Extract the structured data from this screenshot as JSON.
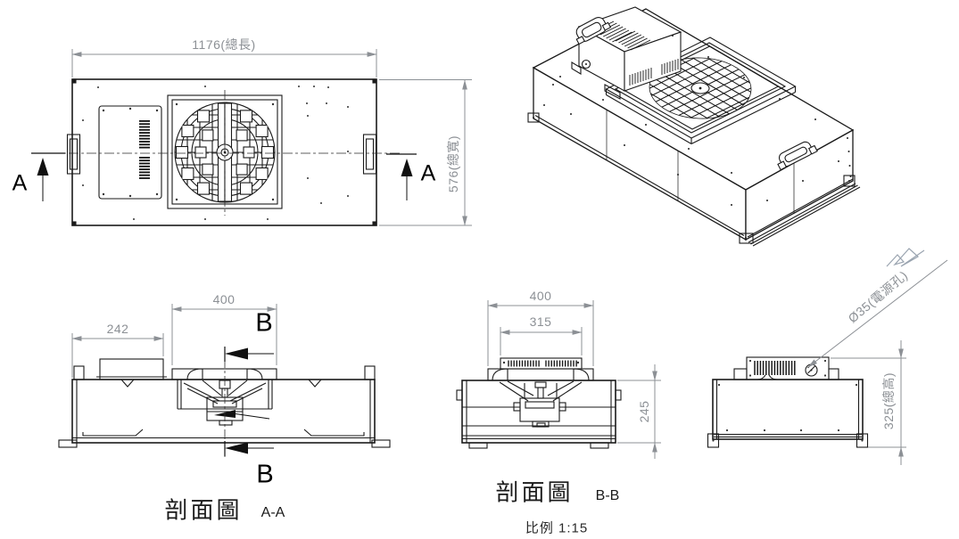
{
  "drawing": {
    "background": "#ffffff",
    "colors": {
      "object_line": "#1a1a1a",
      "dimension": "#8c9095",
      "caption": "#1a1a1a",
      "sketch_mark": "#9aa4b0"
    },
    "top_view": {
      "dim_length": "1176(總長)",
      "dim_width": "576(總寬)",
      "section_marker": "A"
    },
    "section_aa": {
      "caption": "剖面圖",
      "section_ref": "A-A",
      "dim_control_box_offset": "242",
      "dim_fan_deck": "400",
      "section_marker": "B"
    },
    "section_bb": {
      "caption": "剖面圖",
      "section_ref": "B-B",
      "scale_note": "比例 1:15",
      "dim_fan_deck": "400",
      "dim_control_box": "315",
      "dim_body_height": "245"
    },
    "side_view": {
      "dim_power_hole": "Ø35(電源孔)",
      "dim_total_height": "325(總高)"
    }
  }
}
